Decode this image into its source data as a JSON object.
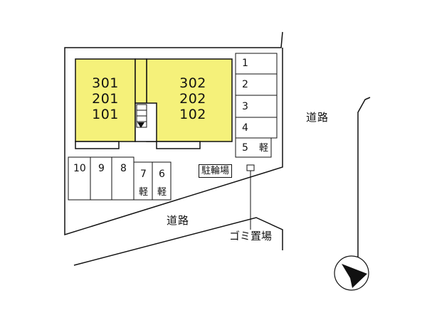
{
  "buildings": {
    "left_units": [
      "301",
      "201",
      "101"
    ],
    "right_units": [
      "302",
      "202",
      "102"
    ]
  },
  "parking_right": {
    "slots": [
      "1",
      "2",
      "3",
      "4",
      "5"
    ],
    "slot5_kei": "軽"
  },
  "parking_bottom": {
    "slots": [
      "10",
      "9",
      "8",
      "7",
      "6"
    ],
    "kei_7": "軽",
    "kei_6": "軽"
  },
  "labels": {
    "bicycle_parking": "駐輪場",
    "garbage_area": "ゴミ置場",
    "road_right": "道路",
    "road_bottom": "道路"
  },
  "compass": {
    "icon": "north-arrow-icon"
  },
  "colors": {
    "building_fill": "#f5f17a"
  }
}
